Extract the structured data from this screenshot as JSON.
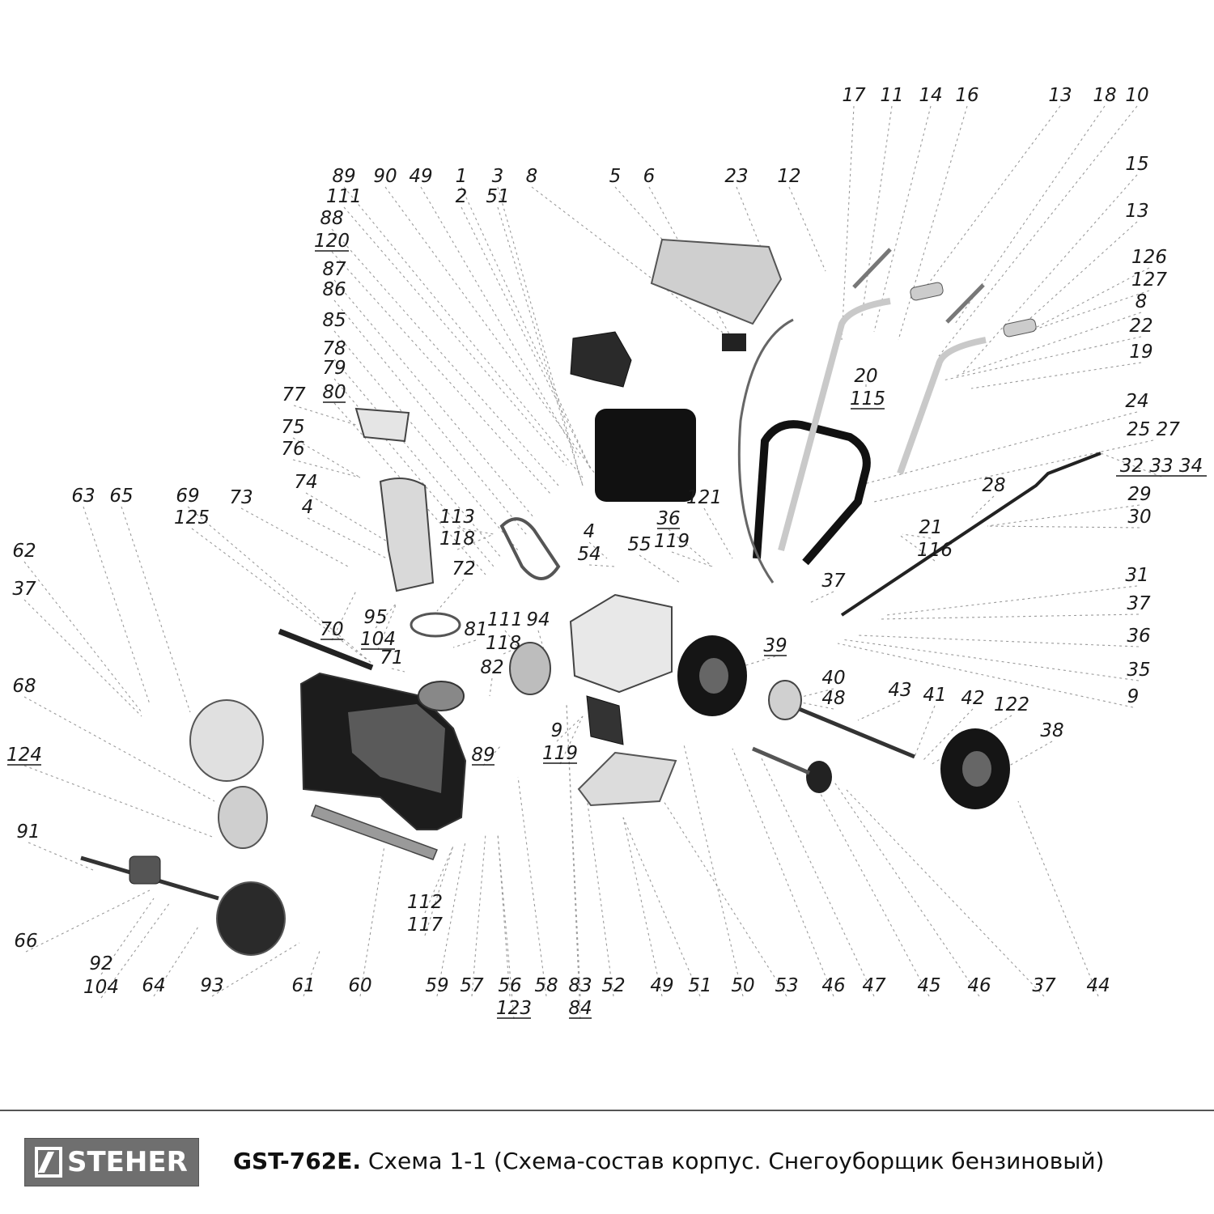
{
  "footer": {
    "brand": "STEHER",
    "model": "GST-762E.",
    "caption": "Схема 1-1 (Схема-состав корпус. Снегоуборщик бензиновый)"
  },
  "callouts": [
    "1",
    "2",
    "3",
    "4",
    "5",
    "6",
    "8",
    "9",
    "10",
    "11",
    "12",
    "13",
    "14",
    "15",
    "16",
    "17",
    "18",
    "19",
    "20",
    "21",
    "22",
    "23",
    "24",
    "25",
    "27",
    "28",
    "29",
    "30",
    "31",
    "32",
    "33",
    "34",
    "35",
    "36",
    "37",
    "38",
    "39",
    "40",
    "41",
    "42",
    "43",
    "44",
    "45",
    "46",
    "47",
    "48",
    "49",
    "50",
    "51",
    "52",
    "53",
    "54",
    "55",
    "56",
    "57",
    "58",
    "59",
    "60",
    "61",
    "62",
    "63",
    "64",
    "65",
    "66",
    "68",
    "69",
    "70",
    "71",
    "72",
    "73",
    "74",
    "75",
    "76",
    "77",
    "78",
    "79",
    "80",
    "81",
    "82",
    "83",
    "84",
    "85",
    "86",
    "87",
    "88",
    "89",
    "90",
    "91",
    "92",
    "93",
    "94",
    "95",
    "104",
    "111",
    "112",
    "113",
    "115",
    "116",
    "117",
    "118",
    "119",
    "120",
    "121",
    "122",
    "123",
    "124",
    "125",
    "126",
    "127"
  ]
}
